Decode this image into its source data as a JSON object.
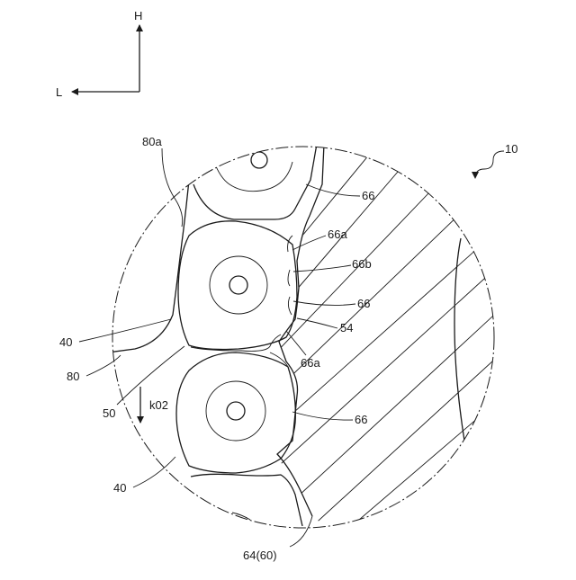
{
  "axes": {
    "vertical": "H",
    "horizontal": "L"
  },
  "labels": {
    "ref_10": "10",
    "ref_80a": "80a",
    "ref_66_top": "66",
    "ref_66a_top": "66a",
    "ref_66b": "66b",
    "ref_66_mid": "66",
    "ref_54": "54",
    "ref_66a_bottom": "66a",
    "ref_66_bottom": "66",
    "ref_40_upper": "40",
    "ref_80": "80",
    "ref_50": "50",
    "ref_k02": "k02",
    "ref_40_lower": "40",
    "ref_64_60": "64(60)"
  }
}
